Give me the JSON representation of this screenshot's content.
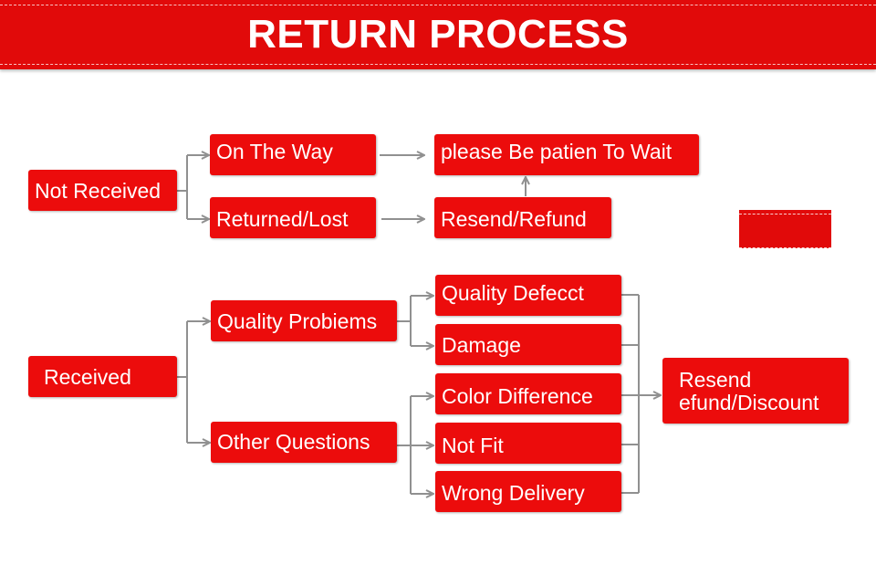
{
  "header": {
    "title": "RETURN PROCESS"
  },
  "colors": {
    "banner": "#e10a0a",
    "box": "#ec0c0c",
    "connector": "#909090",
    "text": "#ffffff"
  },
  "flow": {
    "not_received": "Not Received",
    "on_the_way": "On The Way",
    "wait": "please Be patien To Wait",
    "returned_lost": "Returned/Lost",
    "resend_refund": "Resend/Refund",
    "received": "Received",
    "quality_problems": "Quality Probiems",
    "other_questions": "Other Questions",
    "quality_defect": "Quality Defecct",
    "damage": "Damage",
    "color_difference": "Color Difference",
    "not_fit": "Not Fit",
    "wrong_delivery": "Wrong Delivery",
    "outcome_line1": "Resend",
    "outcome_line2": "efund/Discount"
  }
}
